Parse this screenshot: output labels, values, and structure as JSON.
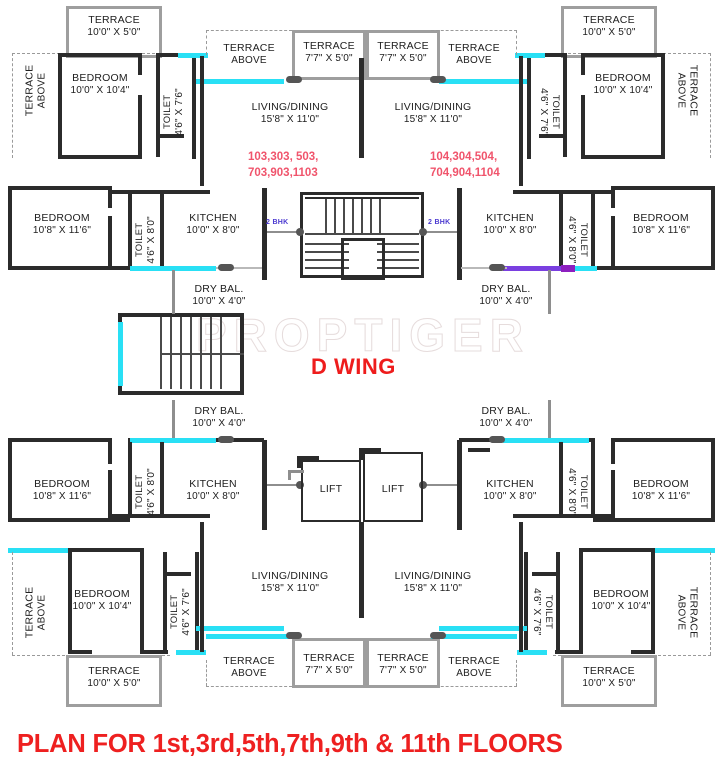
{
  "plan": {
    "title": "PLAN FOR 1st,3rd,5th,7th,9th & 11th FLOORS",
    "wing_label": "D WING",
    "watermark": "PROPTIGER",
    "colors": {
      "title_red": "#ee2020",
      "wing_red": "#ee1c1c",
      "unit_number_red": "#f0546c",
      "bhk_blue": "#4b3ad0",
      "window_cyan": "#29e0f5",
      "wall_dark": "#2b2b2b",
      "wall_light": "#9e9e9e",
      "accent_violet": "#7a3fe0"
    }
  },
  "unit_numbers": {
    "left": "103,303, 503,\n703,903,1103",
    "left_line1": "103,303, 503,",
    "left_line2": "703,903,1103",
    "right_line1": "104,304,504,",
    "right_line2": "704,904,1104"
  },
  "bhk_tags": {
    "left": "2 BHK",
    "right": "2 BHK"
  },
  "core": {
    "lift_left": "LIFT",
    "lift_right": "LIFT"
  },
  "rooms": {
    "top_left": {
      "terrace_top": {
        "name": "TERRACE",
        "dim": "10'0\" X 5'0\""
      },
      "terrace_above_left": {
        "name": "TERRACE",
        "dim2": "ABOVE"
      },
      "bedroom": {
        "name": "BEDROOM",
        "dim": "10'0\" X 10'4\""
      },
      "toilet": {
        "name": "TOILET",
        "dim": "4'6\" X 7'6\""
      },
      "terrace_above": {
        "name": "TERRACE",
        "dim2": "ABOVE"
      },
      "terrace_small": {
        "name": "TERRACE",
        "dim": "7'7\" X 5'0\""
      },
      "living": {
        "name": "LIVING/DINING",
        "dim": "15'8\" X 11'0\""
      }
    },
    "top_right": {
      "terrace_top": {
        "name": "TERRACE",
        "dim": "10'0\" X 5'0\""
      },
      "terrace_above_right": {
        "name": "TERRACE",
        "dim2": "ABOVE"
      },
      "bedroom": {
        "name": "BEDROOM",
        "dim": "10'0\" X 10'4\""
      },
      "toilet": {
        "name": "TOILET",
        "dim": "4'6\" X 7'6\""
      },
      "terrace_above": {
        "name": "TERRACE",
        "dim2": "ABOVE"
      },
      "terrace_small": {
        "name": "TERRACE",
        "dim": "7'7\" X 5'0\""
      },
      "living": {
        "name": "LIVING/DINING",
        "dim": "15'8\" X 11'0\""
      }
    },
    "mid_left": {
      "bedroom": {
        "name": "BEDROOM",
        "dim": "10'8\" X 11'6\""
      },
      "toilet": {
        "name": "TOILET",
        "dim": "4'6\" X 8'0\""
      },
      "kitchen": {
        "name": "KITCHEN",
        "dim": "10'0\" X 8'0\""
      },
      "drybal": {
        "name": "DRY BAL.",
        "dim": "10'0\" X 4'0\""
      }
    },
    "mid_right": {
      "bedroom": {
        "name": "BEDROOM",
        "dim": "10'8\" X 11'6\""
      },
      "toilet": {
        "name": "TOILET",
        "dim": "4'6\" X 8'0\""
      },
      "kitchen": {
        "name": "KITCHEN",
        "dim": "10'0\" X 8'0\""
      },
      "drybal": {
        "name": "DRY BAL.",
        "dim": "10'0\" X 4'0\""
      }
    },
    "bot_left": {
      "drybal": {
        "name": "DRY BAL.",
        "dim": "10'0\" X 4'0\""
      },
      "bedroom": {
        "name": "BEDROOM",
        "dim": "10'8\" X 11'6\""
      },
      "toilet": {
        "name": "TOILET",
        "dim": "4'6\" X 8'0\""
      },
      "kitchen": {
        "name": "KITCHEN",
        "dim": "10'0\" X 8'0\""
      },
      "living": {
        "name": "LIVING/DINING",
        "dim": "15'8\" X 11'0\""
      },
      "bedroom2": {
        "name": "BEDROOM",
        "dim": "10'0\" X 10'4\""
      },
      "toilet2": {
        "name": "TOILET",
        "dim": "4'6\" X 7'6\""
      },
      "terrace_above_left": {
        "name": "TERRACE",
        "dim2": "ABOVE"
      },
      "terrace_bot": {
        "name": "TERRACE",
        "dim": "10'0\" X 5'0\""
      },
      "terrace_above": {
        "name": "TERRACE",
        "dim2": "ABOVE"
      },
      "terrace_small": {
        "name": "TERRACE",
        "dim": "7'7\" X 5'0\""
      }
    },
    "bot_right": {
      "drybal": {
        "name": "DRY BAL.",
        "dim": "10'0\" X 4'0\""
      },
      "bedroom": {
        "name": "BEDROOM",
        "dim": "10'8\" X 11'6\""
      },
      "toilet": {
        "name": "TOILET",
        "dim": "4'6\" X 8'0\""
      },
      "kitchen": {
        "name": "KITCHEN",
        "dim": "10'0\" X 8'0\""
      },
      "living": {
        "name": "LIVING/DINING",
        "dim": "15'8\" X 11'0\""
      },
      "bedroom2": {
        "name": "BEDROOM",
        "dim": "10'0\" X 10'4\""
      },
      "toilet2": {
        "name": "TOILET",
        "dim": "4'6\" X 7'6\""
      },
      "terrace_above_right": {
        "name": "TERRACE",
        "dim2": "ABOVE"
      },
      "terrace_bot": {
        "name": "TERRACE",
        "dim": "10'0\" X 5'0\""
      },
      "terrace_above": {
        "name": "TERRACE",
        "dim2": "ABOVE"
      },
      "terrace_small": {
        "name": "TERRACE",
        "dim": "7'7\" X 5'0\""
      }
    }
  }
}
